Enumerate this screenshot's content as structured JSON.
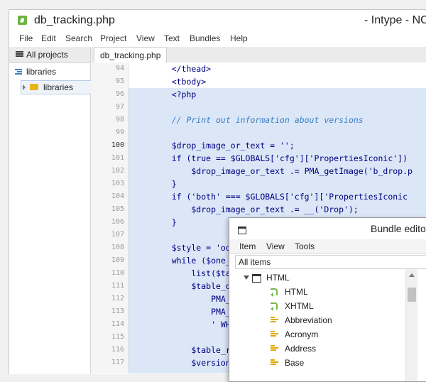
{
  "window": {
    "file_title": "db_tracking.php",
    "app_title": "- Intype - NC"
  },
  "menu": [
    "File",
    "Edit",
    "Search",
    "Project",
    "View",
    "Text",
    "Bundles",
    "Help"
  ],
  "sidebar": {
    "header": "All projects",
    "root": "libraries",
    "item": "libraries"
  },
  "tab": {
    "label": "db_tracking.php"
  },
  "editor": {
    "current_line": "100",
    "lines": [
      {
        "n": "94",
        "t": "    </thead>"
      },
      {
        "n": "95",
        "t": "    <tbody>"
      },
      {
        "n": "96",
        "t": "    <?php"
      },
      {
        "n": "97",
        "t": ""
      },
      {
        "n": "98",
        "t": "    // Print out information about versions"
      },
      {
        "n": "99",
        "t": ""
      },
      {
        "n": "100",
        "t": "    $drop_image_or_text = '';"
      },
      {
        "n": "101",
        "t": "    if (true == $GLOBALS['cfg']['PropertiesIconic'])"
      },
      {
        "n": "102",
        "t": "        $drop_image_or_text .= PMA_getImage('b_drop.p"
      },
      {
        "n": "103",
        "t": "    }"
      },
      {
        "n": "104",
        "t": "    if ('both' === $GLOBALS['cfg']['PropertiesIconic"
      },
      {
        "n": "105",
        "t": "        $drop_image_or_text .= __('Drop');"
      },
      {
        "n": "106",
        "t": "    }"
      },
      {
        "n": "107",
        "t": ""
      },
      {
        "n": "108",
        "t": "    $style = 'odd'"
      },
      {
        "n": "109",
        "t": "    while ($one_re"
      },
      {
        "n": "110",
        "t": "        list($tabl"
      },
      {
        "n": "111",
        "t": "        $table_que"
      },
      {
        "n": "112",
        "t": "            PMA_b"
      },
      {
        "n": "113",
        "t": "            PMA_b"
      },
      {
        "n": "114",
        "t": "            ' WHE"
      },
      {
        "n": "115",
        "t": ""
      },
      {
        "n": "116",
        "t": "        $table_res"
      },
      {
        "n": "117",
        "t": "        $version_d"
      }
    ]
  },
  "bundle_editor": {
    "title": "Bundle edito",
    "menu": [
      "Item",
      "View",
      "Tools"
    ],
    "filter": "All items",
    "tree": [
      {
        "label": "HTML",
        "icon": "frame-icon",
        "level": 0
      },
      {
        "label": "HTML",
        "icon": "snippet-icon",
        "level": 1
      },
      {
        "label": "XHTML",
        "icon": "snippet-icon",
        "level": 1
      },
      {
        "label": "Abbreviation",
        "icon": "command-icon",
        "level": 1
      },
      {
        "label": "Acronym",
        "icon": "command-icon",
        "level": 1
      },
      {
        "label": "Address",
        "icon": "command-icon",
        "level": 1
      },
      {
        "label": "Base",
        "icon": "command-icon",
        "level": 1
      }
    ]
  }
}
